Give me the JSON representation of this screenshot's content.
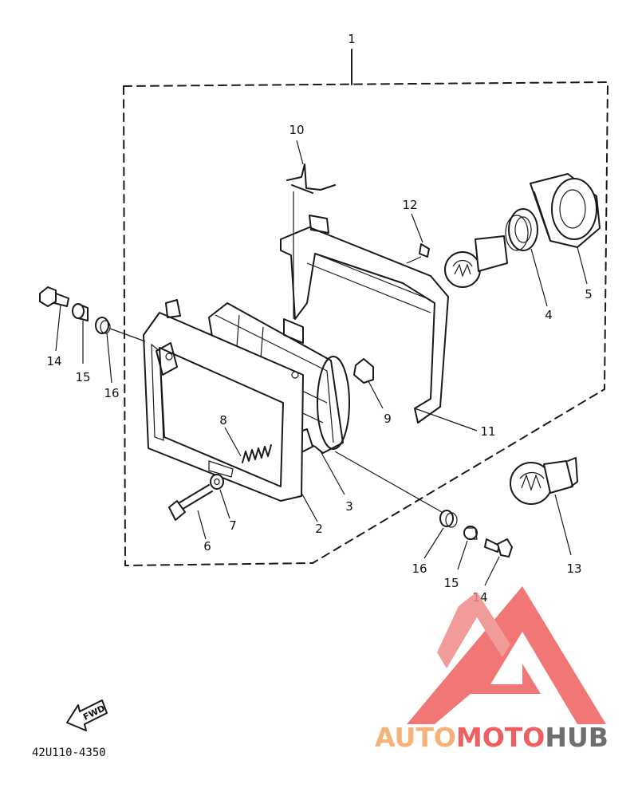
{
  "diagram": {
    "callouts": {
      "c1": "1",
      "c2": "2",
      "c3": "3",
      "c4": "4",
      "c5": "5",
      "c6": "6",
      "c7": "7",
      "c8": "8",
      "c9": "9",
      "c10": "10",
      "c11": "11",
      "c12": "12",
      "c13": "13",
      "c14a": "14",
      "c14b": "14",
      "c15a": "15",
      "c15b": "15",
      "c16a": "16",
      "c16b": "16"
    },
    "part_code": "42U110-4350",
    "fwd_label": "FWD"
  },
  "watermark": {
    "part1": "AUTO",
    "part2": "MOTO",
    "part3": "HUB",
    "colors": {
      "orange": "#f5b27a",
      "red": "#ef5f5f",
      "gray": "#6e6e6e"
    }
  }
}
